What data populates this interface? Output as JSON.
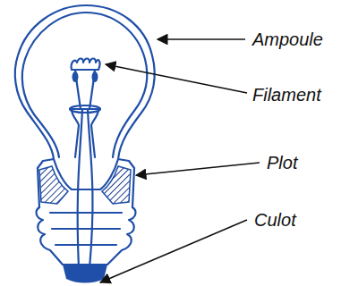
{
  "diagram": {
    "labels": [
      "Ampoule",
      "Filament",
      "Plot",
      "Culot"
    ]
  }
}
